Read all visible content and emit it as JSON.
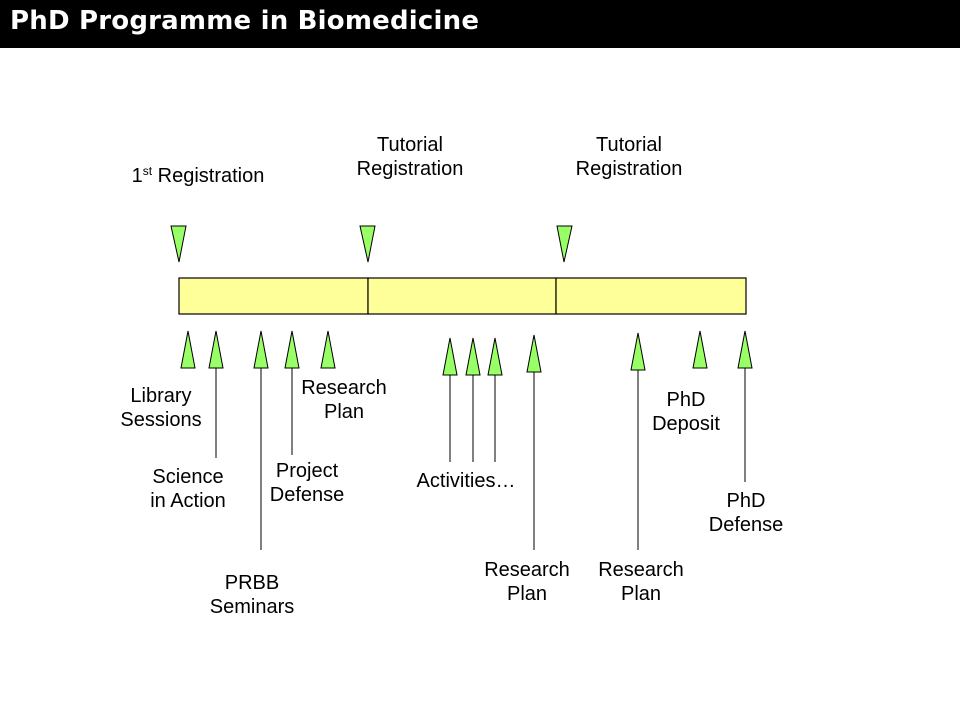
{
  "title": "PhD Programme in Biomedicine",
  "colors": {
    "title_bg": "#000000",
    "title_fg": "#ffffff",
    "bar_fill": "#ffff99",
    "arrow_fill": "#99ff66",
    "stroke": "#000000"
  },
  "top_labels": {
    "first_registration": {
      "pre": "1",
      "sup": "st",
      "post": " Registration"
    },
    "tutorial_registration_1": [
      "Tutorial",
      "Registration"
    ],
    "tutorial_registration_2": [
      "Tutorial",
      "Registration"
    ]
  },
  "bottom_labels": {
    "library_sessions": [
      "Library",
      "Sessions"
    ],
    "science_in_action": [
      "Science",
      "in Action"
    ],
    "prbb_seminars": [
      "PRBB",
      "Seminars"
    ],
    "project_defense": [
      "Project",
      "Defense"
    ],
    "research_plan_1": [
      "Research",
      "Plan"
    ],
    "activities": "Activities…",
    "research_plan_2": [
      "Research",
      "Plan"
    ],
    "research_plan_3": [
      "Research",
      "Plan"
    ],
    "phd_deposit": [
      "PhD",
      "Deposit"
    ],
    "phd_defense": [
      "PhD",
      "Defense"
    ]
  }
}
